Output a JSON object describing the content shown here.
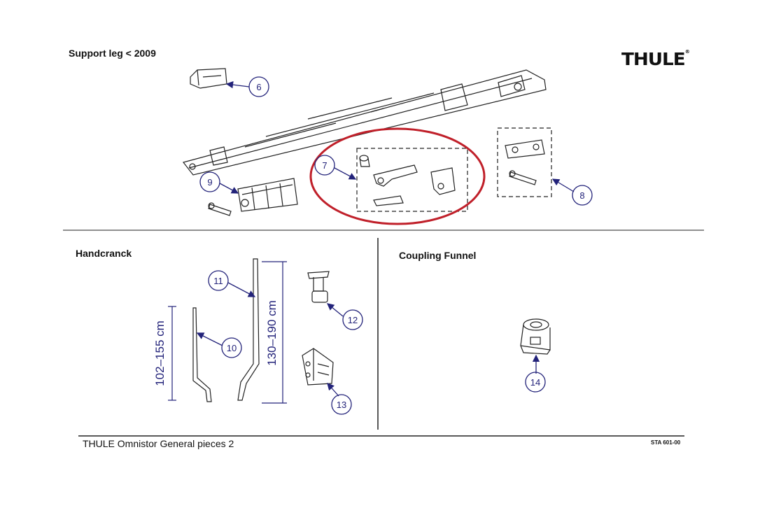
{
  "sections": {
    "support_leg": {
      "title": "Support leg < 2009"
    },
    "handcrank": {
      "title": "Handcranck"
    },
    "coupling_funnel": {
      "title": "Coupling Funnel"
    }
  },
  "brand": {
    "logo_text": "THULE",
    "registered_mark": "®"
  },
  "callouts": [
    "6",
    "7",
    "8",
    "9",
    "10",
    "11",
    "12",
    "13",
    "14"
  ],
  "dimensions": {
    "handcrank_short": "102–155 cm",
    "handcrank_long": "130–190 cm"
  },
  "footer": {
    "title": "THULE Omnistor General pieces  2",
    "reference": "STA 601-00"
  },
  "colors": {
    "callout_blue": "#23237a",
    "highlight_red": "#c0202a",
    "line": "#222222"
  }
}
